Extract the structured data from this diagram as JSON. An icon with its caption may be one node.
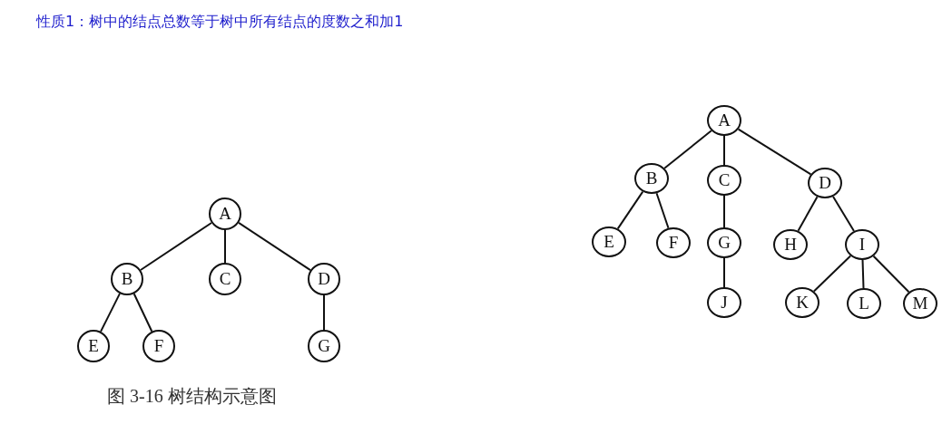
{
  "diagram": {
    "title": "性质1：树中的结点总数等于树中所有结点的度数之和加1",
    "caption": "图 3-16 树结构示意图",
    "nodes": [
      {
        "text": [
          "A"
        ]
      },
      {
        "text": [
          "B"
        ]
      },
      {
        "text": [
          "C"
        ]
      },
      {
        "text": [
          "D"
        ]
      },
      {
        "text": [
          "E"
        ]
      },
      {
        "text": [
          "F"
        ]
      },
      {
        "text": [
          "G"
        ]
      },
      {
        "text": [
          "A"
        ]
      },
      {
        "text": [
          "B"
        ]
      },
      {
        "text": [
          "C"
        ]
      },
      {
        "text": [
          "D"
        ]
      },
      {
        "text": [
          "E"
        ]
      },
      {
        "text": [
          "F"
        ]
      },
      {
        "text": [
          "G"
        ]
      },
      {
        "text": [
          "H"
        ]
      },
      {
        "text": [
          "I"
        ]
      },
      {
        "text": [
          "J"
        ]
      },
      {
        "text": [
          "K"
        ]
      },
      {
        "text": [
          "L"
        ]
      },
      {
        "text": [
          "M"
        ]
      }
    ],
    "edges": [
      {
        "from": 0,
        "to": 1,
        "arrow": "none"
      },
      {
        "from": 0,
        "to": 2,
        "arrow": "none"
      },
      {
        "from": 0,
        "to": 3,
        "arrow": "none"
      },
      {
        "from": 1,
        "to": 4,
        "arrow": "none"
      },
      {
        "from": 1,
        "to": 5,
        "arrow": "none"
      },
      {
        "from": 3,
        "to": 6,
        "arrow": "none"
      },
      {
        "from": 7,
        "to": 8,
        "arrow": "none"
      },
      {
        "from": 7,
        "to": 9,
        "arrow": "none"
      },
      {
        "from": 7,
        "to": 10,
        "arrow": "none"
      },
      {
        "from": 8,
        "to": 11,
        "arrow": "none"
      },
      {
        "from": 8,
        "to": 12,
        "arrow": "none"
      },
      {
        "from": 9,
        "to": 13,
        "arrow": "none"
      },
      {
        "from": 10,
        "to": 14,
        "arrow": "none"
      },
      {
        "from": 10,
        "to": 15,
        "arrow": "none"
      },
      {
        "from": 13,
        "to": 16,
        "arrow": "none"
      },
      {
        "from": 15,
        "to": 17,
        "arrow": "none"
      },
      {
        "from": 15,
        "to": 18,
        "arrow": "none"
      },
      {
        "from": 15,
        "to": 19,
        "arrow": "none"
      }
    ]
  }
}
